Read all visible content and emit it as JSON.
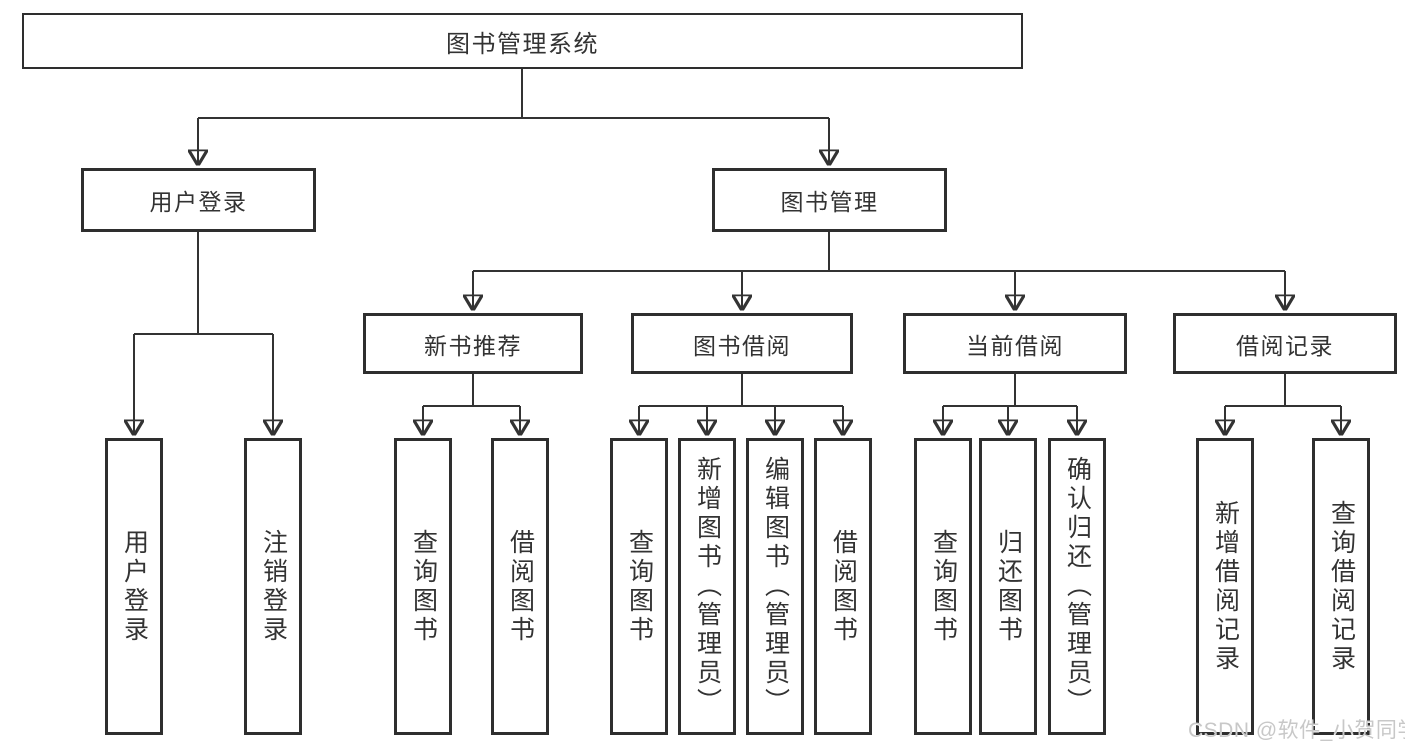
{
  "diagram_title": "图书管理系统",
  "colors": {
    "line": "#333333",
    "box_border": "#2e2e2e",
    "text": "#333333",
    "background": "#ffffff",
    "watermark": "#c8c8c8"
  },
  "nodes": {
    "root": {
      "label": "图书管理系统"
    },
    "level2": [
      {
        "label": "用户登录"
      },
      {
        "label": "图书管理"
      }
    ],
    "level3": [
      {
        "label": "新书推荐"
      },
      {
        "label": "图书借阅"
      },
      {
        "label": "当前借阅"
      },
      {
        "label": "借阅记录"
      }
    ],
    "leaves": [
      {
        "label": "用户登录"
      },
      {
        "label": "注销登录"
      },
      {
        "label": "查询图书"
      },
      {
        "label": "借阅图书"
      },
      {
        "label": "查询图书"
      },
      {
        "label": "新增图书（管理员）"
      },
      {
        "label": "编辑图书（管理员）"
      },
      {
        "label": "借阅图书"
      },
      {
        "label": "查询图书"
      },
      {
        "label": "归还图书"
      },
      {
        "label": "确认归还（管理员）"
      },
      {
        "label": "新增借阅记录"
      },
      {
        "label": "查询借阅记录"
      }
    ]
  },
  "structure": {
    "图书管理系统": [
      "用户登录",
      "图书管理"
    ],
    "用户登录": [
      "用户登录",
      "注销登录"
    ],
    "图书管理": [
      "新书推荐",
      "图书借阅",
      "当前借阅",
      "借阅记录"
    ],
    "新书推荐": [
      "查询图书",
      "借阅图书"
    ],
    "图书借阅": [
      "查询图书",
      "新增图书（管理员）",
      "编辑图书（管理员）",
      "借阅图书"
    ],
    "当前借阅": [
      "查询图书",
      "归还图书",
      "确认归还（管理员）"
    ],
    "借阅记录": [
      "新增借阅记录",
      "查询借阅记录"
    ]
  },
  "watermark": {
    "text": "CSDN @软件_小贺同学"
  }
}
